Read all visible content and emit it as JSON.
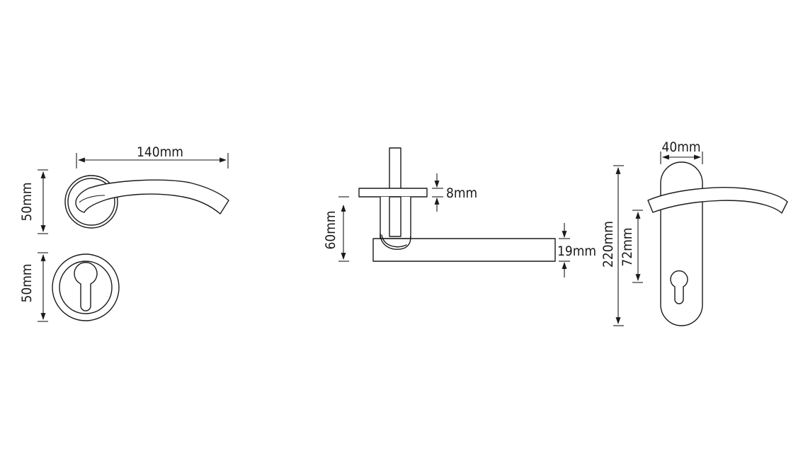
{
  "drawing": {
    "dimensions": {
      "lever_length": "140mm",
      "rose_diameter": "50mm",
      "escutcheon_diameter": "50mm",
      "rose_thickness": "8mm",
      "lever_projection": "60mm",
      "lever_thickness": "19mm",
      "plate_width": "40mm",
      "plate_height": "220mm",
      "centre_distance": "72mm"
    },
    "line_color": "#1a1a1a",
    "background_color": "#ffffff"
  }
}
